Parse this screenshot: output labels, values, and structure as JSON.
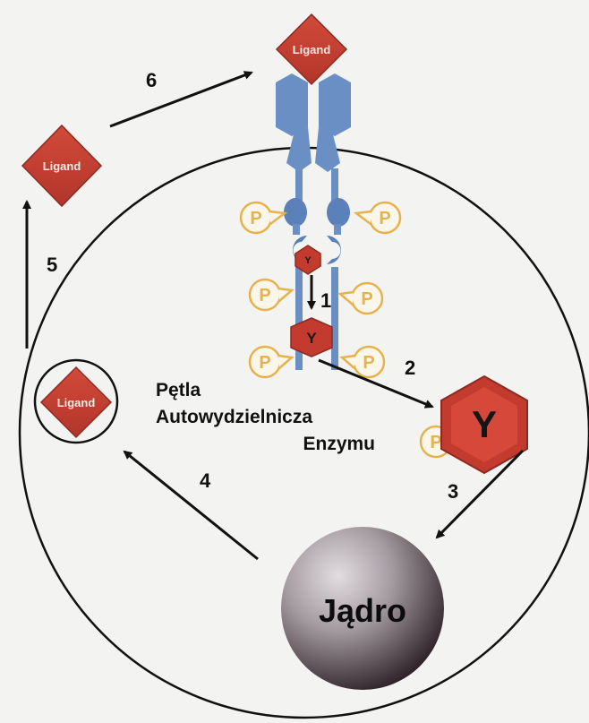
{
  "labels": {
    "ligand": "Ligand",
    "enzyme": "Y",
    "phosphate": "P",
    "nucleus": "Jądro",
    "loop_line1": "Pętla",
    "loop_line2": "Autowydzielnicza",
    "loop_line3": "Enzymu"
  },
  "steps": [
    "1",
    "2",
    "3",
    "4",
    "5",
    "6"
  ],
  "colors": {
    "background": "#f3f3f1",
    "ligand_fill": "#c23b2e",
    "ligand_stroke": "#8e2a22",
    "receptor": "#6a8fc4",
    "receptor_dark": "#5378b0",
    "phosphate": "#e6b24e",
    "line": "#111111",
    "nucleus_light": "#d9d4d7",
    "nucleus_dark": "#2d2127"
  },
  "icons": {
    "ligand": "diamond-shape",
    "enzyme": "hexagon-shape",
    "phosphate": "speech-bubble-p",
    "nucleus": "shaded-sphere"
  }
}
